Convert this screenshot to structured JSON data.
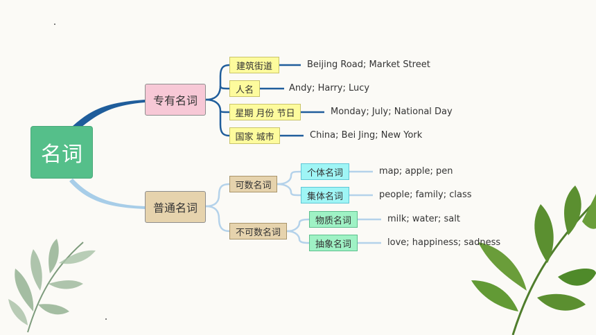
{
  "root": {
    "label": "名词"
  },
  "branches": {
    "proper": {
      "label": "专有名词",
      "children": [
        {
          "label": "建筑街道",
          "example": "Beijing Road; Market Street"
        },
        {
          "label": "人名",
          "example": "Andy; Harry; Lucy"
        },
        {
          "label": "星期 月份 节日",
          "example": "Monday; July; National Day"
        },
        {
          "label": "国家 城市",
          "example": "China; Bei Jing; New York"
        }
      ]
    },
    "common": {
      "label": "普通名词",
      "countable": {
        "label": "可数名词",
        "children": [
          {
            "label": "个体名词",
            "example": "map; apple; pen"
          },
          {
            "label": "集体名词",
            "example": "people; family; class"
          }
        ]
      },
      "uncountable": {
        "label": "不可数名词",
        "children": [
          {
            "label": "物质名词",
            "example": "milk; water; salt"
          },
          {
            "label": "抽象名词",
            "example": "love; happiness; sadness"
          }
        ]
      }
    }
  },
  "colors": {
    "root": "#55bf8a",
    "proper": "#f7c8d6",
    "common": "#e6d3ad",
    "yellow": "#fdfb9d",
    "cyan": "#9ff5f5",
    "mint": "#9ff2c5",
    "connector_blue": "#1f5d9b"
  }
}
